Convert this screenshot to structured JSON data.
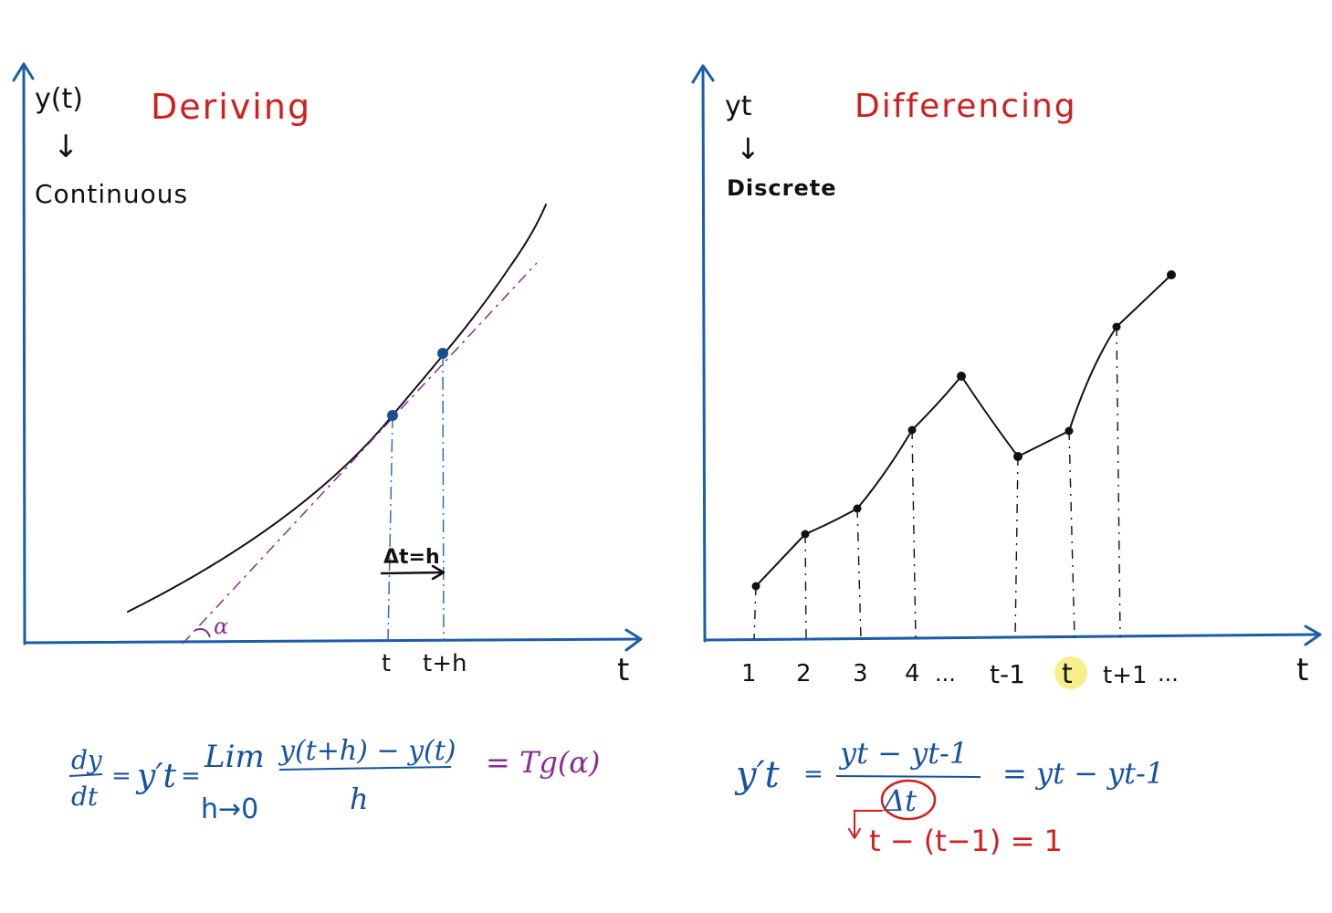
{
  "colors": {
    "axis": "#1b5da8",
    "ink": "#111111",
    "title": "#d11f1f",
    "tangent": "#8a2c93",
    "formula": "#1553a0",
    "guide": "#2d6fc0",
    "point_blue": "#1a4f97",
    "highlight": "#f7f08a",
    "note_red": "#d41d1d"
  },
  "left_panel": {
    "title": "Deriving",
    "y_label": "y(t)",
    "arrow_glyph": "↓",
    "subtitle": "Continuous",
    "angle_label": "α",
    "delta_label": "Δt=h",
    "x_ticks": [
      "t",
      "t+h"
    ],
    "x_axis_label": "t",
    "formula": {
      "lhs_num": "dy",
      "lhs_den": "dt",
      "eq": "=",
      "deriv": "y′t",
      "lim": "Lim",
      "lim_sub": "h→0",
      "numerator": "y(t+h) − y(t)",
      "denominator": "h",
      "result": "= Tg(α)"
    }
  },
  "right_panel": {
    "title": "Differencing",
    "y_label": "yt",
    "arrow_glyph": "↓",
    "subtitle": "Discrete",
    "x_ticks": [
      "1",
      "2",
      "3",
      "4",
      "...",
      "t-1",
      "t",
      "t+1",
      "..."
    ],
    "highlight_tick": "t",
    "x_axis_label": "t",
    "formula": {
      "lhs": "y′t",
      "eq": "=",
      "numerator": "yt − yt-1",
      "denominator": "Δt",
      "rhs": "= yt − yt-1",
      "note": "t − (t−1) = 1"
    }
  }
}
